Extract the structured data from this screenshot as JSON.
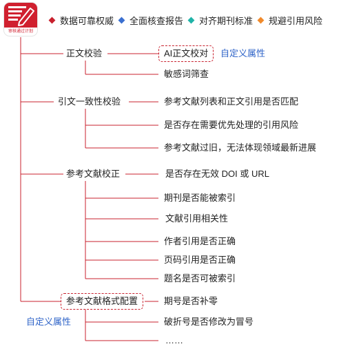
{
  "header": {
    "logo_icon": "pencil-document-icon",
    "logo_caption": "审核通过计划",
    "brand_color": "#d0202f",
    "taglines": [
      {
        "text": "数据可靠权威",
        "color": "#c8202d"
      },
      {
        "text": "全面核查报告",
        "color": "#3a6fd0"
      },
      {
        "text": "对齐期刊标准",
        "color": "#20b3a8"
      },
      {
        "text": "规避引用风险",
        "color": "#f08a2c"
      }
    ]
  },
  "tree": {
    "n1": {
      "label": "正文校验",
      "children": [
        "AI正文校对",
        "敏感词筛查"
      ],
      "tag": "自定义属性"
    },
    "n2": {
      "label": "引文一致性校验",
      "children": [
        "参考文献列表和正文引用是否匹配",
        "是否存在需要优先处理的引用风险",
        "参考文献过旧，无法体现领域最新进展"
      ]
    },
    "n3": {
      "label": "参考文献校正",
      "children": [
        "是否存在无效 DOI 或 URL",
        "期刊是否能被索引",
        "文献引用相关性",
        "作者引用是否正确",
        "页码引用是否正确",
        "题名是否可被索引"
      ]
    },
    "n4": {
      "label": "参考文献格式配置",
      "children": [
        "期号是否补零",
        "破折号是否修改为冒号",
        "……"
      ],
      "tag": "自定义属性"
    }
  },
  "colors": {
    "line": "#c8202d",
    "tag": "#2f64c8"
  }
}
